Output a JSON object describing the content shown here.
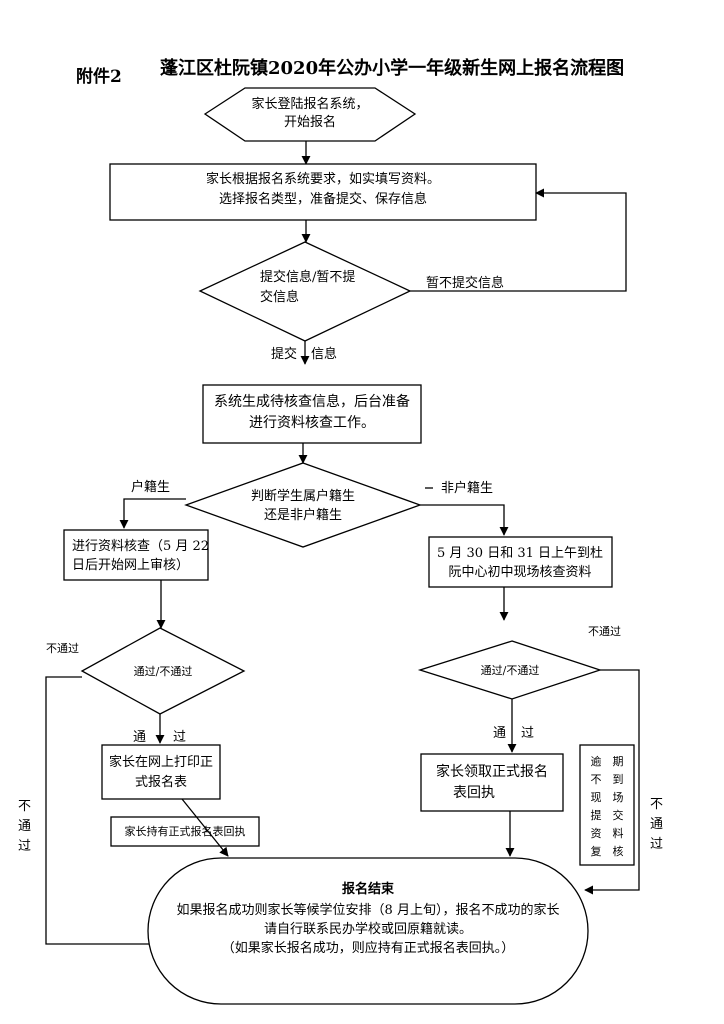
{
  "annex_label": "附件2",
  "title": "蓬江区杜阮镇2020年公办小学一年级新生网上报名流程图",
  "start": {
    "line1": "家长登陆报名系统，",
    "line2": "开始报名"
  },
  "fill_info": {
    "line1": "家长根据报名系统要求，如实填写资料。",
    "line2": "选择报名类型，准备提交、保存信息"
  },
  "decision_submit": {
    "line1": "提交信息/暂不提",
    "line2": "交信息"
  },
  "label_not_submit": "暂不提交信息",
  "label_submit_a": "提交",
  "label_submit_b": "信息",
  "generate": {
    "line1": "系统生成待核查信息，后台准备",
    "line2": "进行资料核查工作。"
  },
  "decision_hukou": {
    "line1": "判断学生属户籍生",
    "line2": "还是非户籍生"
  },
  "label_hukou": "户籍生",
  "label_non_hukou": "非户籍生",
  "hukou_review": {
    "line1": "进行资料核查（5 月 22",
    "line2": "日后开始网上审核）"
  },
  "non_hukou_review": {
    "line1": "5 月 30 日和 31 日上午到杜",
    "line2": "阮中心初中现场核查资料"
  },
  "decision_pass_left": "通过/不通过",
  "decision_pass_right": "通过/不通过",
  "label_fail_left_top": "不通过",
  "label_fail_left_side": [
    "不",
    "通",
    "过"
  ],
  "label_fail_right_top": "不通过",
  "label_fail_right_side": [
    "不",
    "通",
    "过"
  ],
  "label_pass_left_a": "通",
  "label_pass_left_b": "过",
  "label_pass_right_a": "通",
  "label_pass_right_b": "过",
  "print_form": {
    "line1": "家长在网上打印正",
    "line2": "式报名表"
  },
  "receive_form": {
    "line1": "家长领取正式报名",
    "line2": "表回执"
  },
  "hold_form_note": "家长持有正式报名表回执",
  "overdue_note": [
    "逾　期",
    "不　到",
    "现　场",
    "提　交",
    "资　料",
    "复　核"
  ],
  "end": {
    "title": "报名结束",
    "line1": "如果报名成功则家长等候学位安排（8 月上旬），报名不成功的家长",
    "line2": "请自行联系民办学校或回原籍就读。",
    "line3": "（如果家长报名成功，则应持有正式报名表回执。）"
  }
}
